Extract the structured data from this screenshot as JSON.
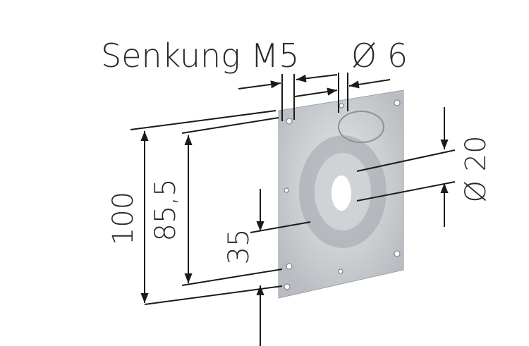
{
  "labels": {
    "countersink": "Senkung M5",
    "hole_diameter": "Ø 6",
    "center_diameter": "Ø 20",
    "overall_height": "100",
    "hole_spacing": "85,5",
    "offset": "35"
  },
  "colors": {
    "plate": "#c9cccf",
    "lines": "#1a1a1a"
  }
}
